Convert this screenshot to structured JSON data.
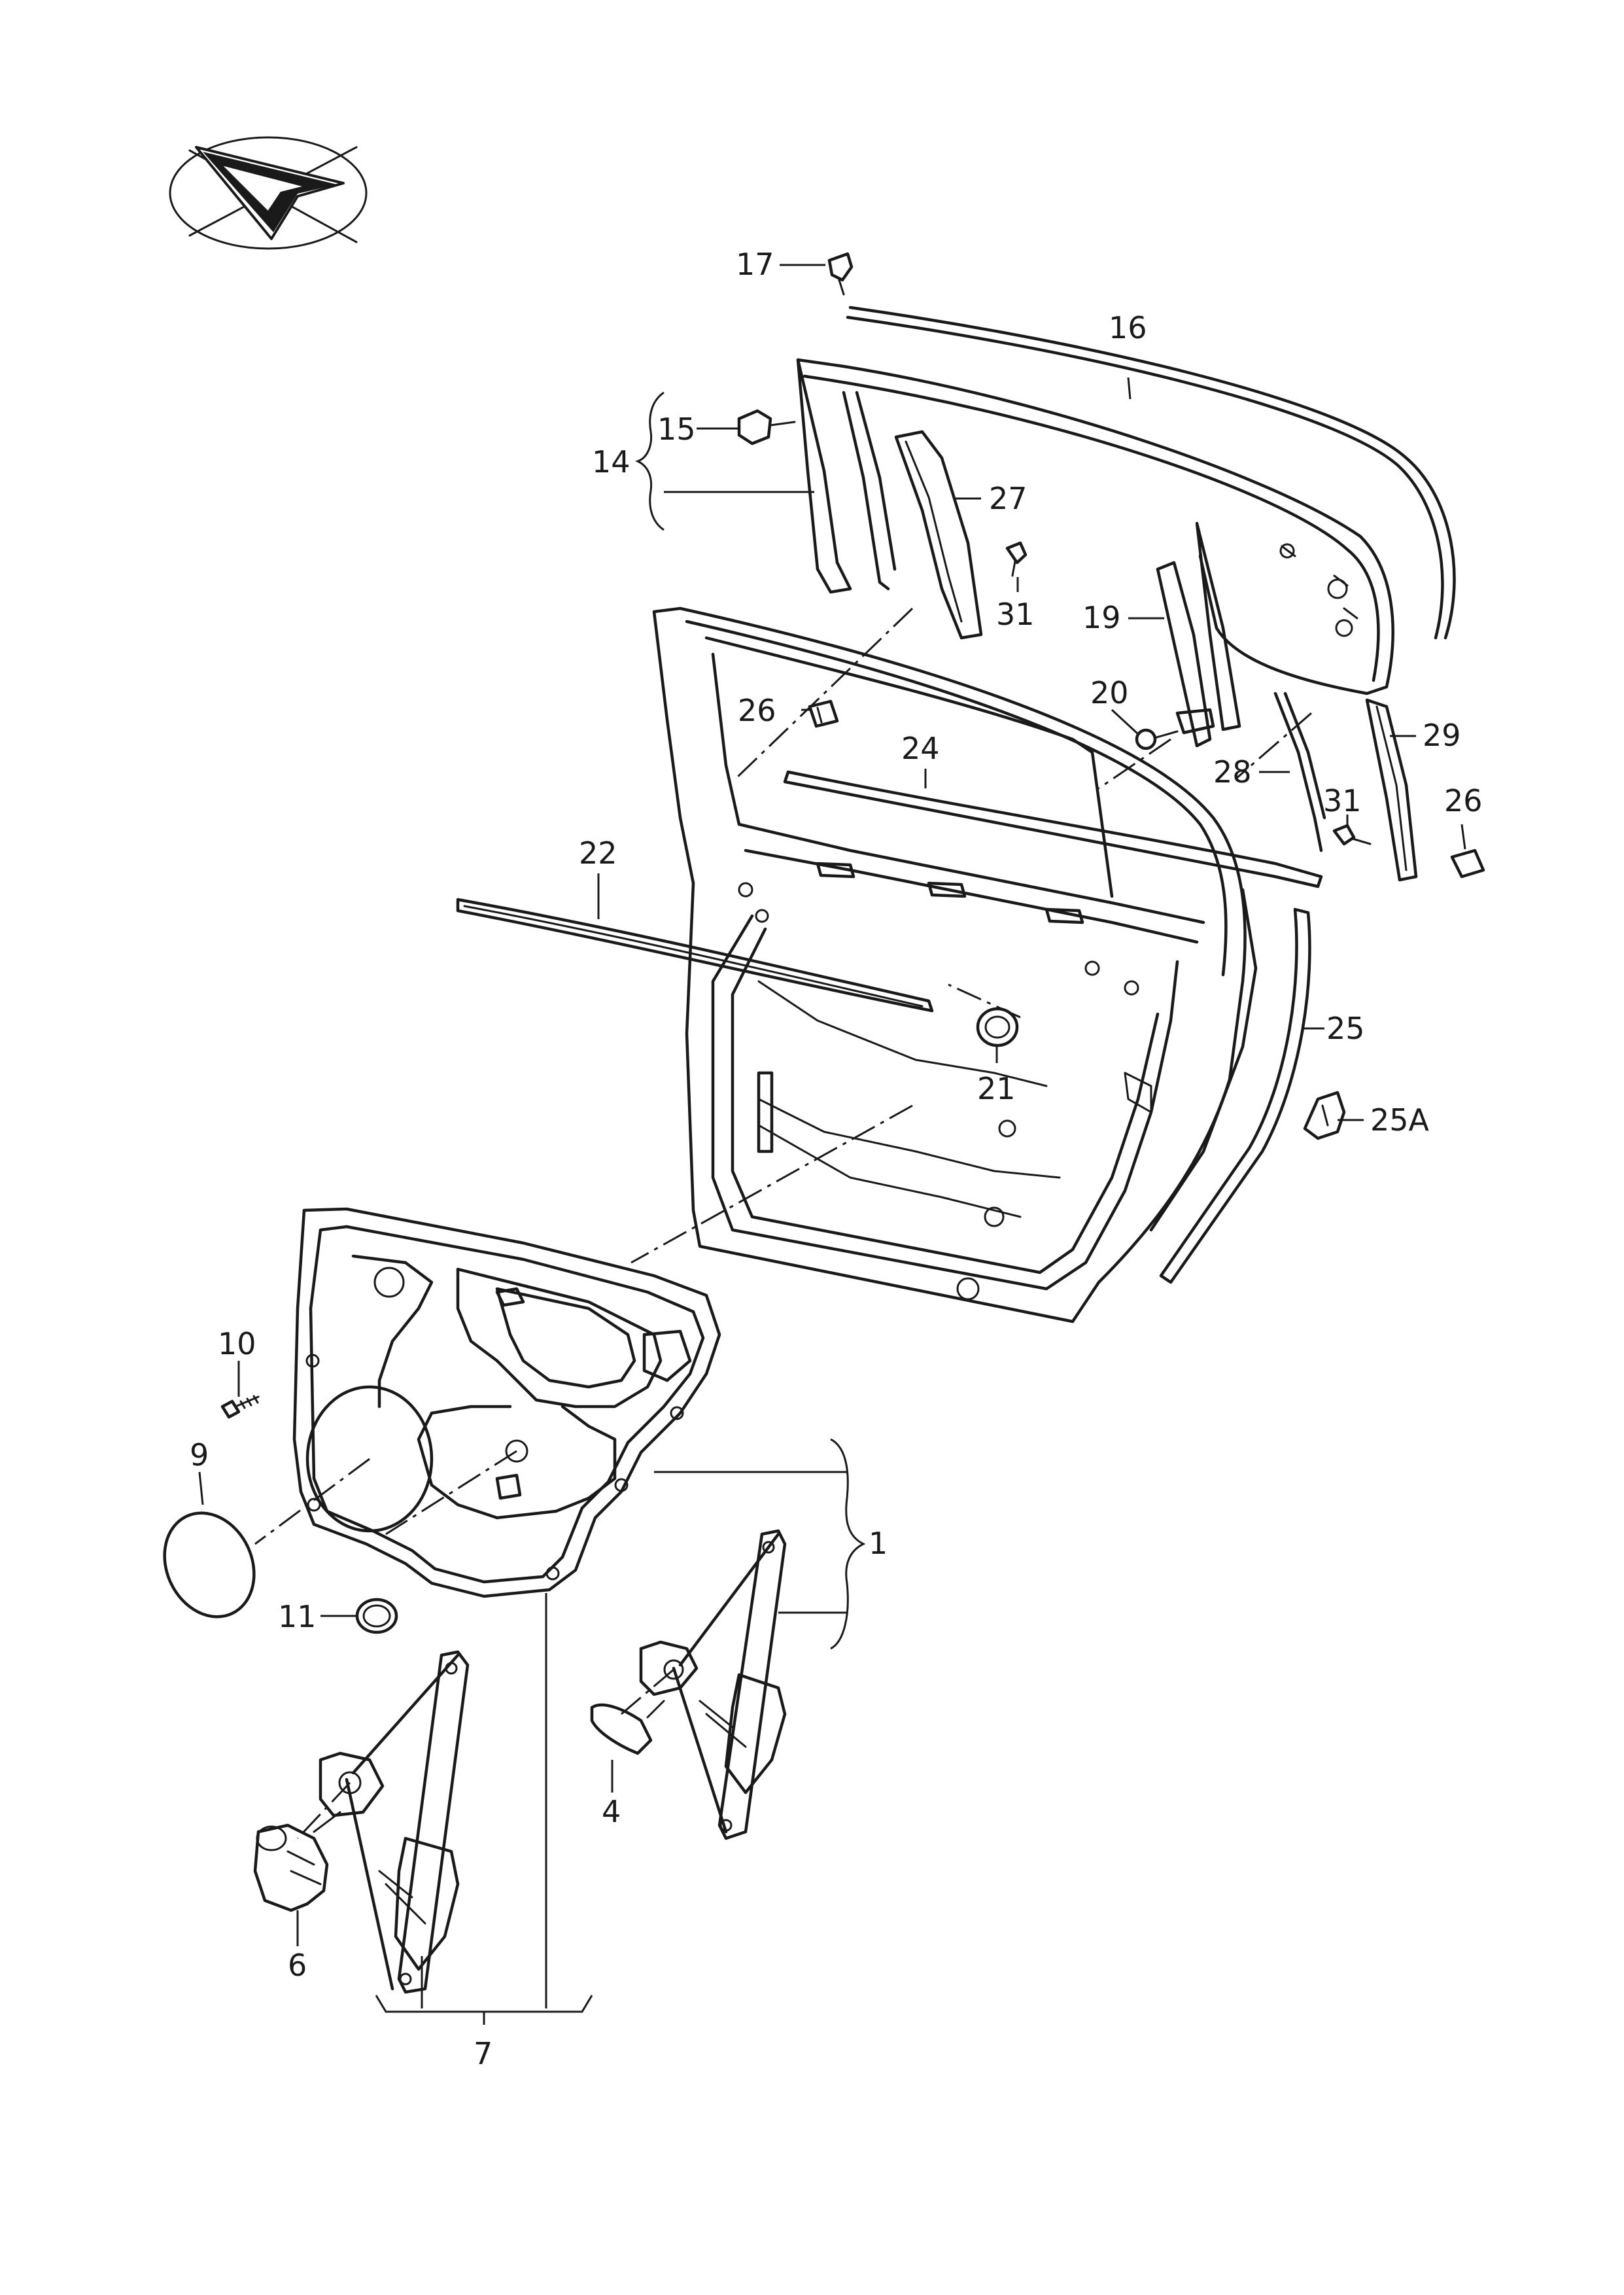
{
  "labels": {
    "l1": "1",
    "l4": "4",
    "l6": "6",
    "l7": "7",
    "l9": "9",
    "l10": "10",
    "l11": "11",
    "l14": "14",
    "l15": "15",
    "l16": "16",
    "l17": "17",
    "l19": "19",
    "l20": "20",
    "l21": "21",
    "l22": "22",
    "l24": "24",
    "l25": "25",
    "l25a": "25A",
    "l26a": "26",
    "l26b": "26",
    "l27": "27",
    "l28": "28",
    "l29": "29",
    "l31a": "31",
    "l31b": "31"
  },
  "icons": {
    "orientation": "vehicle-direction-arrow-icon"
  },
  "colors": {
    "line": "#1a1a1a",
    "background": "#ffffff"
  }
}
